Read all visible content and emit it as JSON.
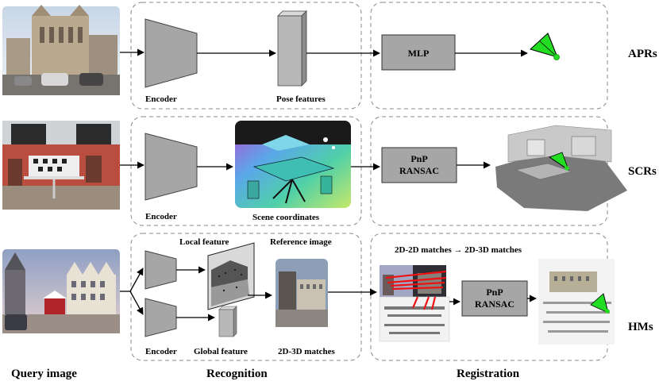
{
  "rows": {
    "apr": "APRs",
    "scr": "SCRs",
    "hm": "HMs"
  },
  "columns": {
    "query": "Query image",
    "recognition": "Recognition",
    "registration": "Registration"
  },
  "apr": {
    "encoder": "Encoder",
    "pose_features": "Pose features",
    "mlp": "MLP"
  },
  "scr": {
    "encoder": "Encoder",
    "scene_coords": "Scene coordinates",
    "pnp": "PnP",
    "ransac": "RANSAC"
  },
  "hm": {
    "encoder": "Encoder",
    "local_feature": "Local feature",
    "global_feature": "Global feature",
    "reference_image": "Reference image",
    "matches_2d3d": "2D-3D matches",
    "matches_header": "2D-2D matches → 2D-3D matches",
    "pnp": "PnP",
    "ransac": "RANSAC"
  },
  "colors": {
    "box_fill": "#a6a6a6",
    "arrow": "#000000",
    "dash": "#888888",
    "camera_green": "#22dd22",
    "match_red": "#ee1111"
  }
}
